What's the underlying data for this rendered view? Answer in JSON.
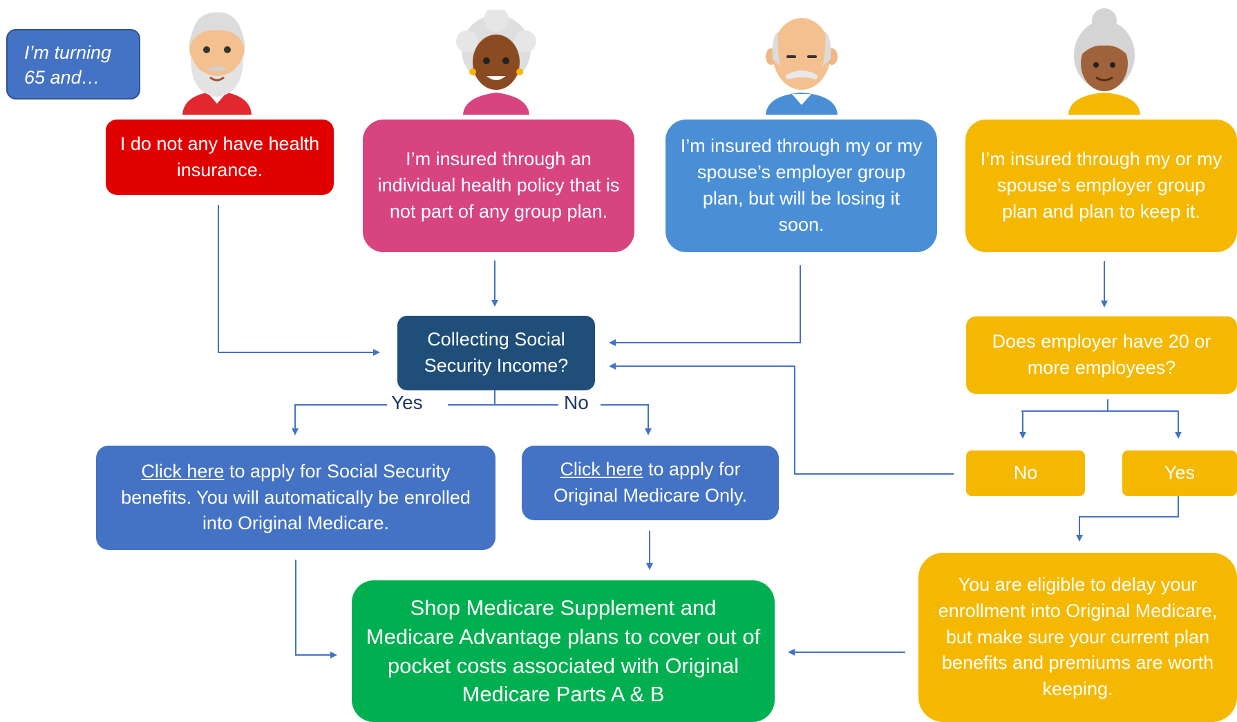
{
  "intro": {
    "text": "I’m turning 65 and…"
  },
  "scenarios": {
    "no_insurance": "I do not any have health insurance.",
    "individual_policy": "I’m insured through an individual health policy that is not part of any group plan.",
    "employer_losing": "I’m insured through my or my spouse’s employer group plan, but will be losing it soon.",
    "employer_keeping": "I’m insured through my or my spouse’s employer group plan and plan to keep it."
  },
  "question_ss": "Collecting Social Security Income?",
  "question_employer": "Does employer have 20 or more employees?",
  "branch_labels": {
    "yes": "Yes",
    "no": "No"
  },
  "employer_answers": {
    "no": "No",
    "yes": "Yes"
  },
  "apply_ss": {
    "link": "Click here",
    "text": " to apply for Social Security benefits. You will automatically be enrolled into Original Medicare."
  },
  "apply_medicare": {
    "link": "Click here",
    "text": " to apply for Original Medicare Only."
  },
  "delay_text": "You are eligible to delay your enrollment into Original Medicare, but make sure your current plan benefits and premiums are worth keeping.",
  "shop_text": "Shop Medicare Supplement and Medicare Advantage plans to cover out of pocket costs associated with Original Medicare Parts A & B",
  "colors": {
    "red": "#e00000",
    "pink": "#d84480",
    "blue": "#4a8fd6",
    "gold": "#f5b800",
    "navy": "#1f4e79",
    "mid_blue": "#4472c4",
    "green": "#00b050",
    "connector": "#4472c4"
  }
}
